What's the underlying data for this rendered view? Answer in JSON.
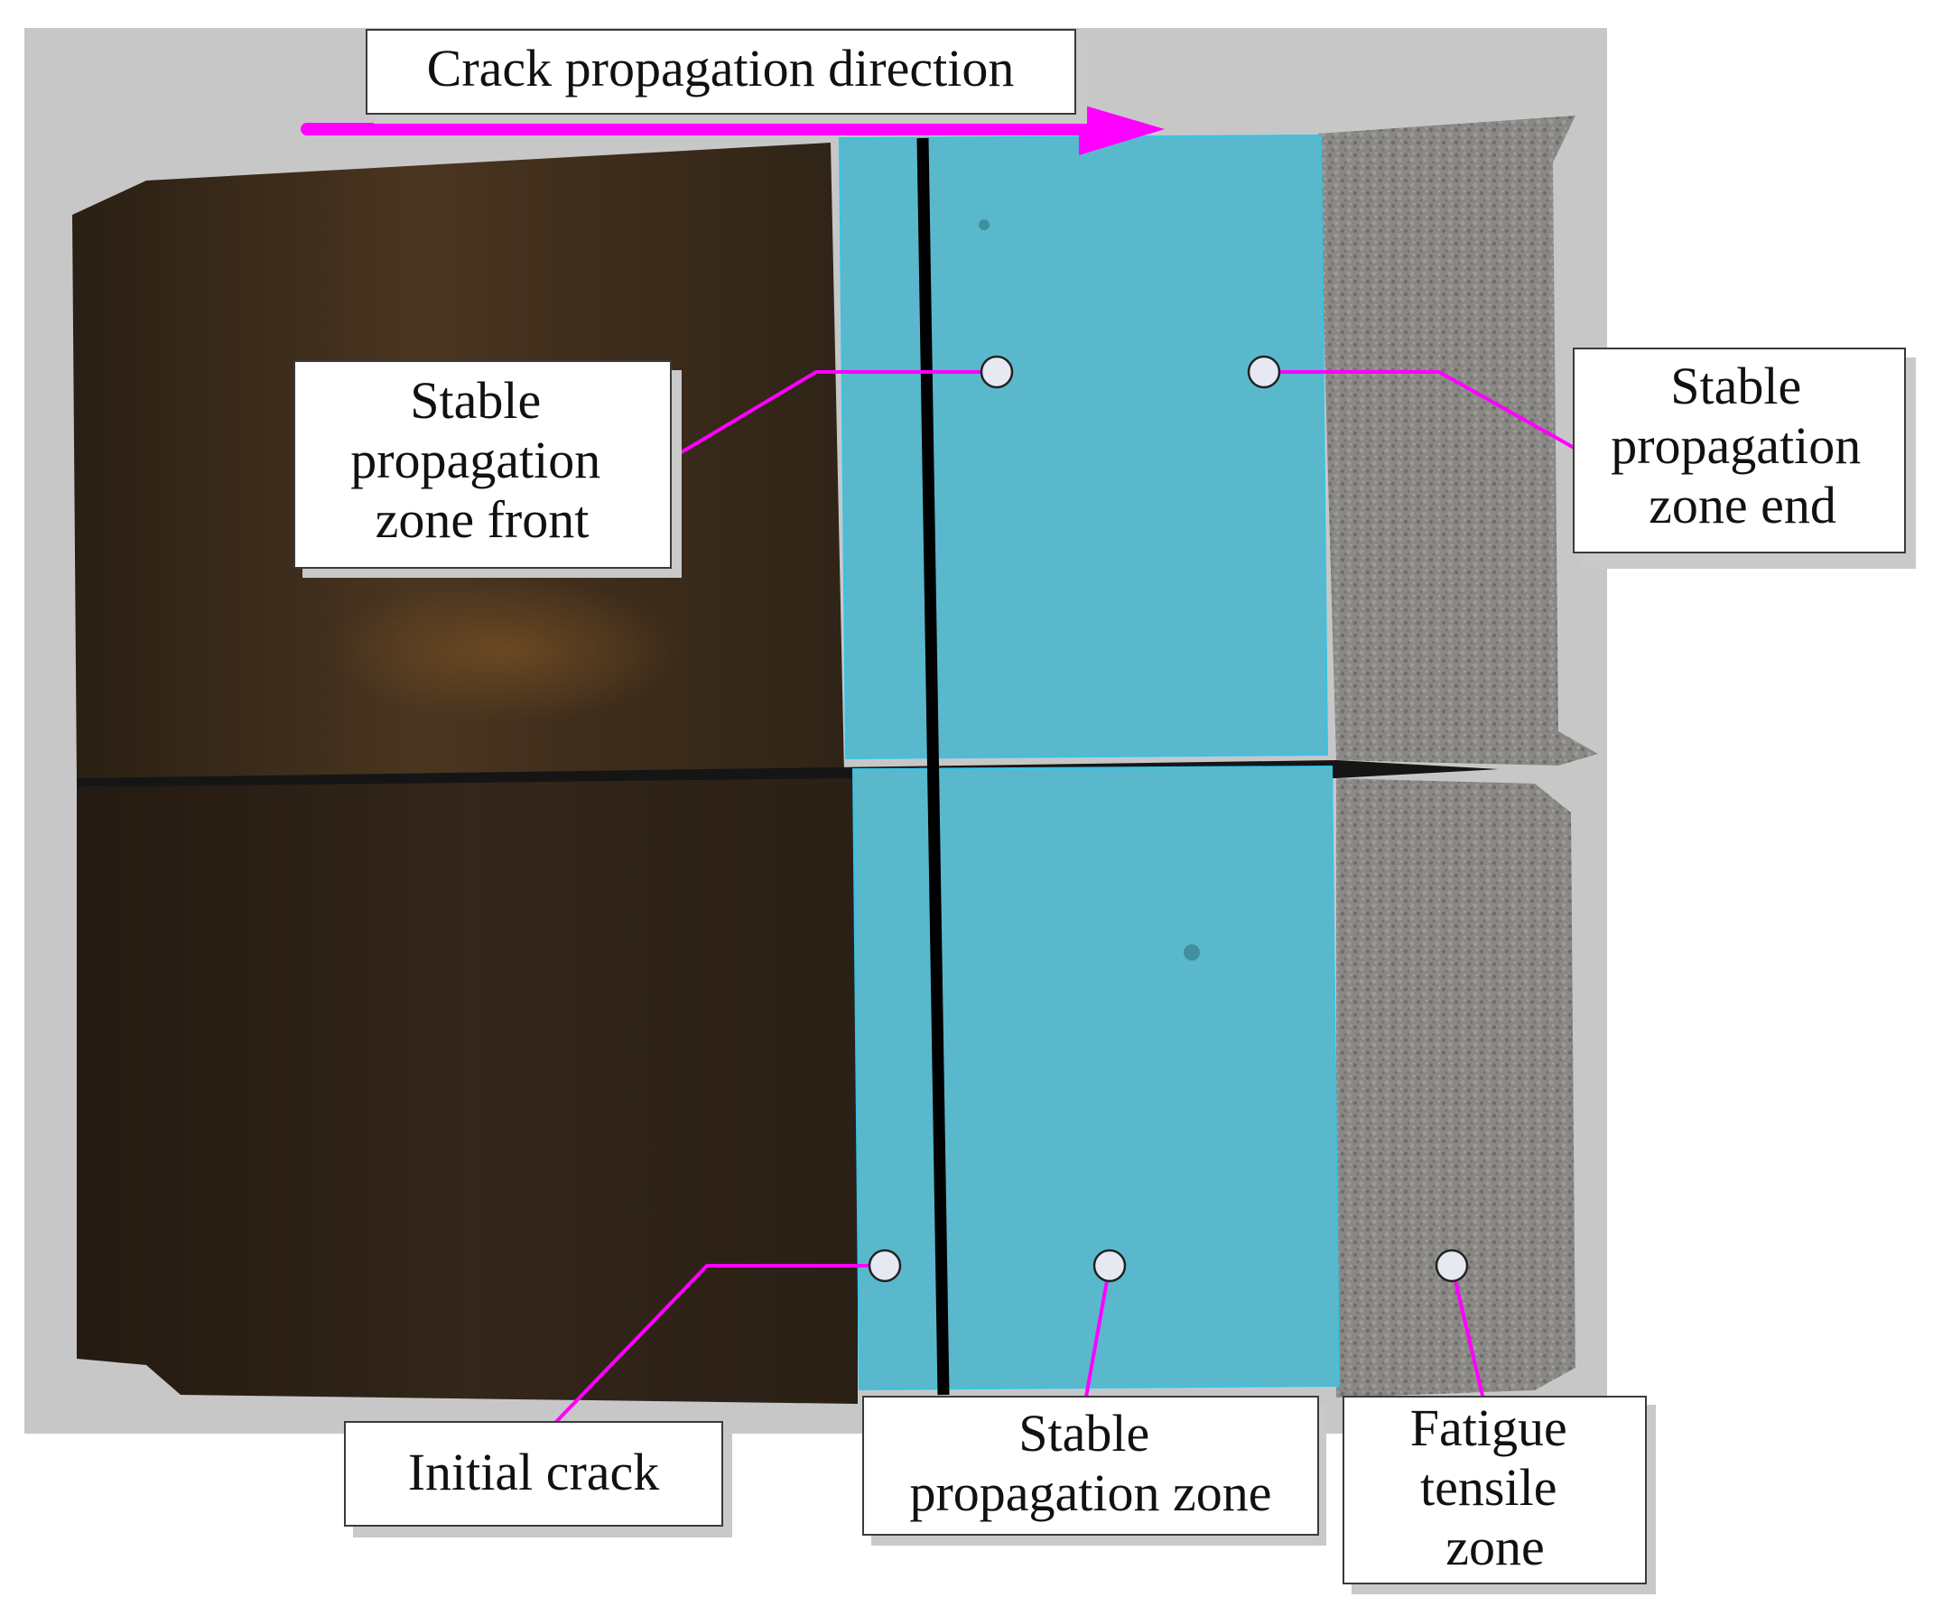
{
  "annotations": {
    "direction": "Crack propagation direction",
    "front": [
      "Stable",
      "propagation",
      "zone front"
    ],
    "end": [
      "Stable",
      "propagation",
      "zone end"
    ],
    "initial": "Initial crack",
    "stable_zone": [
      "Stable",
      "propagation zone"
    ],
    "fatigue": [
      "Fatigue",
      "tensile",
      "zone"
    ]
  },
  "colors": {
    "arrow": "#ff00ff",
    "leader": "#ff00ff",
    "highlight": "#5ab8cc",
    "highlight_edge": "#35c4e6",
    "rusty_metal": "#3a2c1c",
    "fracture_grey": "#8a8885",
    "backdrop": "#c8c7c8",
    "marker": "#e6e9f2"
  }
}
